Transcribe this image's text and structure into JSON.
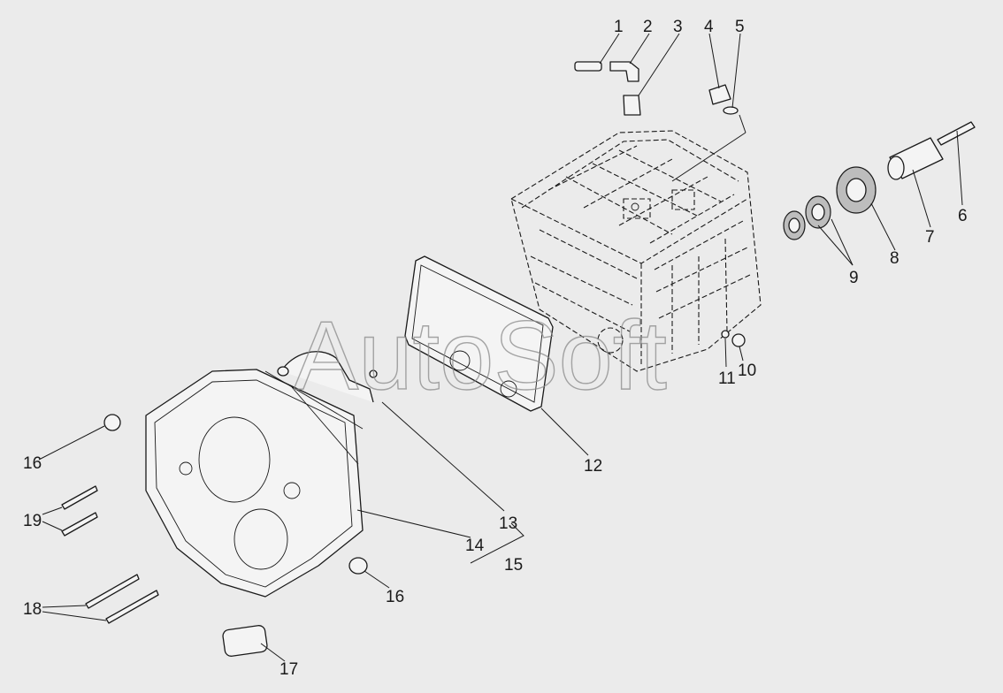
{
  "watermark": "AutoSoft",
  "callouts": {
    "n1": "1",
    "n2": "2",
    "n3": "3",
    "n4": "4",
    "n5": "5",
    "n6": "6",
    "n7": "7",
    "n8": "8",
    "n9": "9",
    "n10": "10",
    "n11": "11",
    "n12": "12",
    "n13": "13",
    "n14": "14",
    "n15": "15",
    "n16a": "16",
    "n16b": "16",
    "n17": "17",
    "n18": "18",
    "n19": "19"
  }
}
